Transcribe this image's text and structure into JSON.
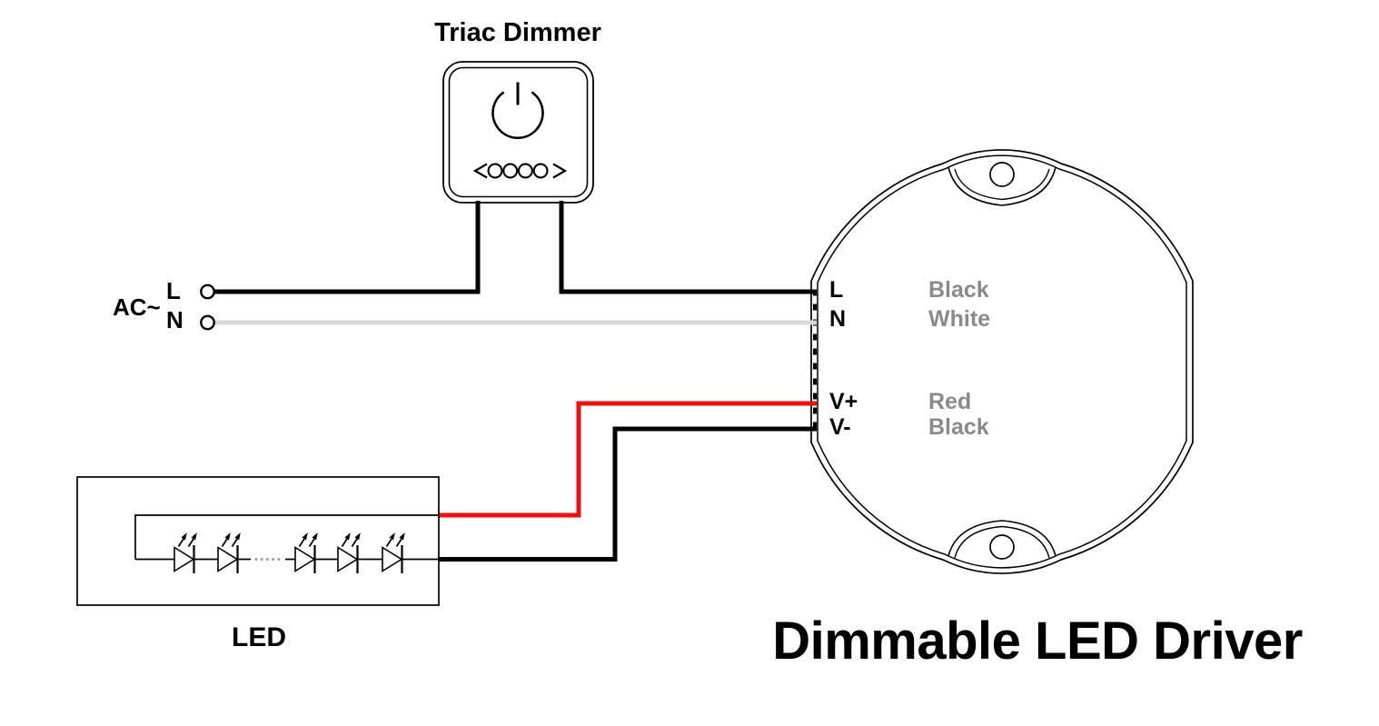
{
  "diagram_title": "Dimmable LED Driver",
  "dimmer": {
    "title": "Triac Dimmer",
    "icons": {
      "power": "power-icon",
      "chevron_left": "chevron-left-icon",
      "chevron_right": "chevron-right-icon"
    },
    "level_dots_count": 4
  },
  "ac_input": {
    "label": "AC~",
    "live_label": "L",
    "neutral_label": "N"
  },
  "driver": {
    "title": "Dimmable LED Driver",
    "terminals": [
      {
        "id": "L",
        "wire_name": "Black"
      },
      {
        "id": "N",
        "wire_name": "White"
      },
      {
        "id": "V+",
        "wire_name": "Red"
      },
      {
        "id": "V-",
        "wire_name": "Black"
      }
    ]
  },
  "led": {
    "label": "LED",
    "diode_count": 5
  },
  "colors": {
    "wire_black": "#000000",
    "wire_white": "#d8d8d8",
    "wire_red": "#ee1010",
    "wire_name_gray": "#8a8a8a",
    "line_black": "#000000"
  }
}
